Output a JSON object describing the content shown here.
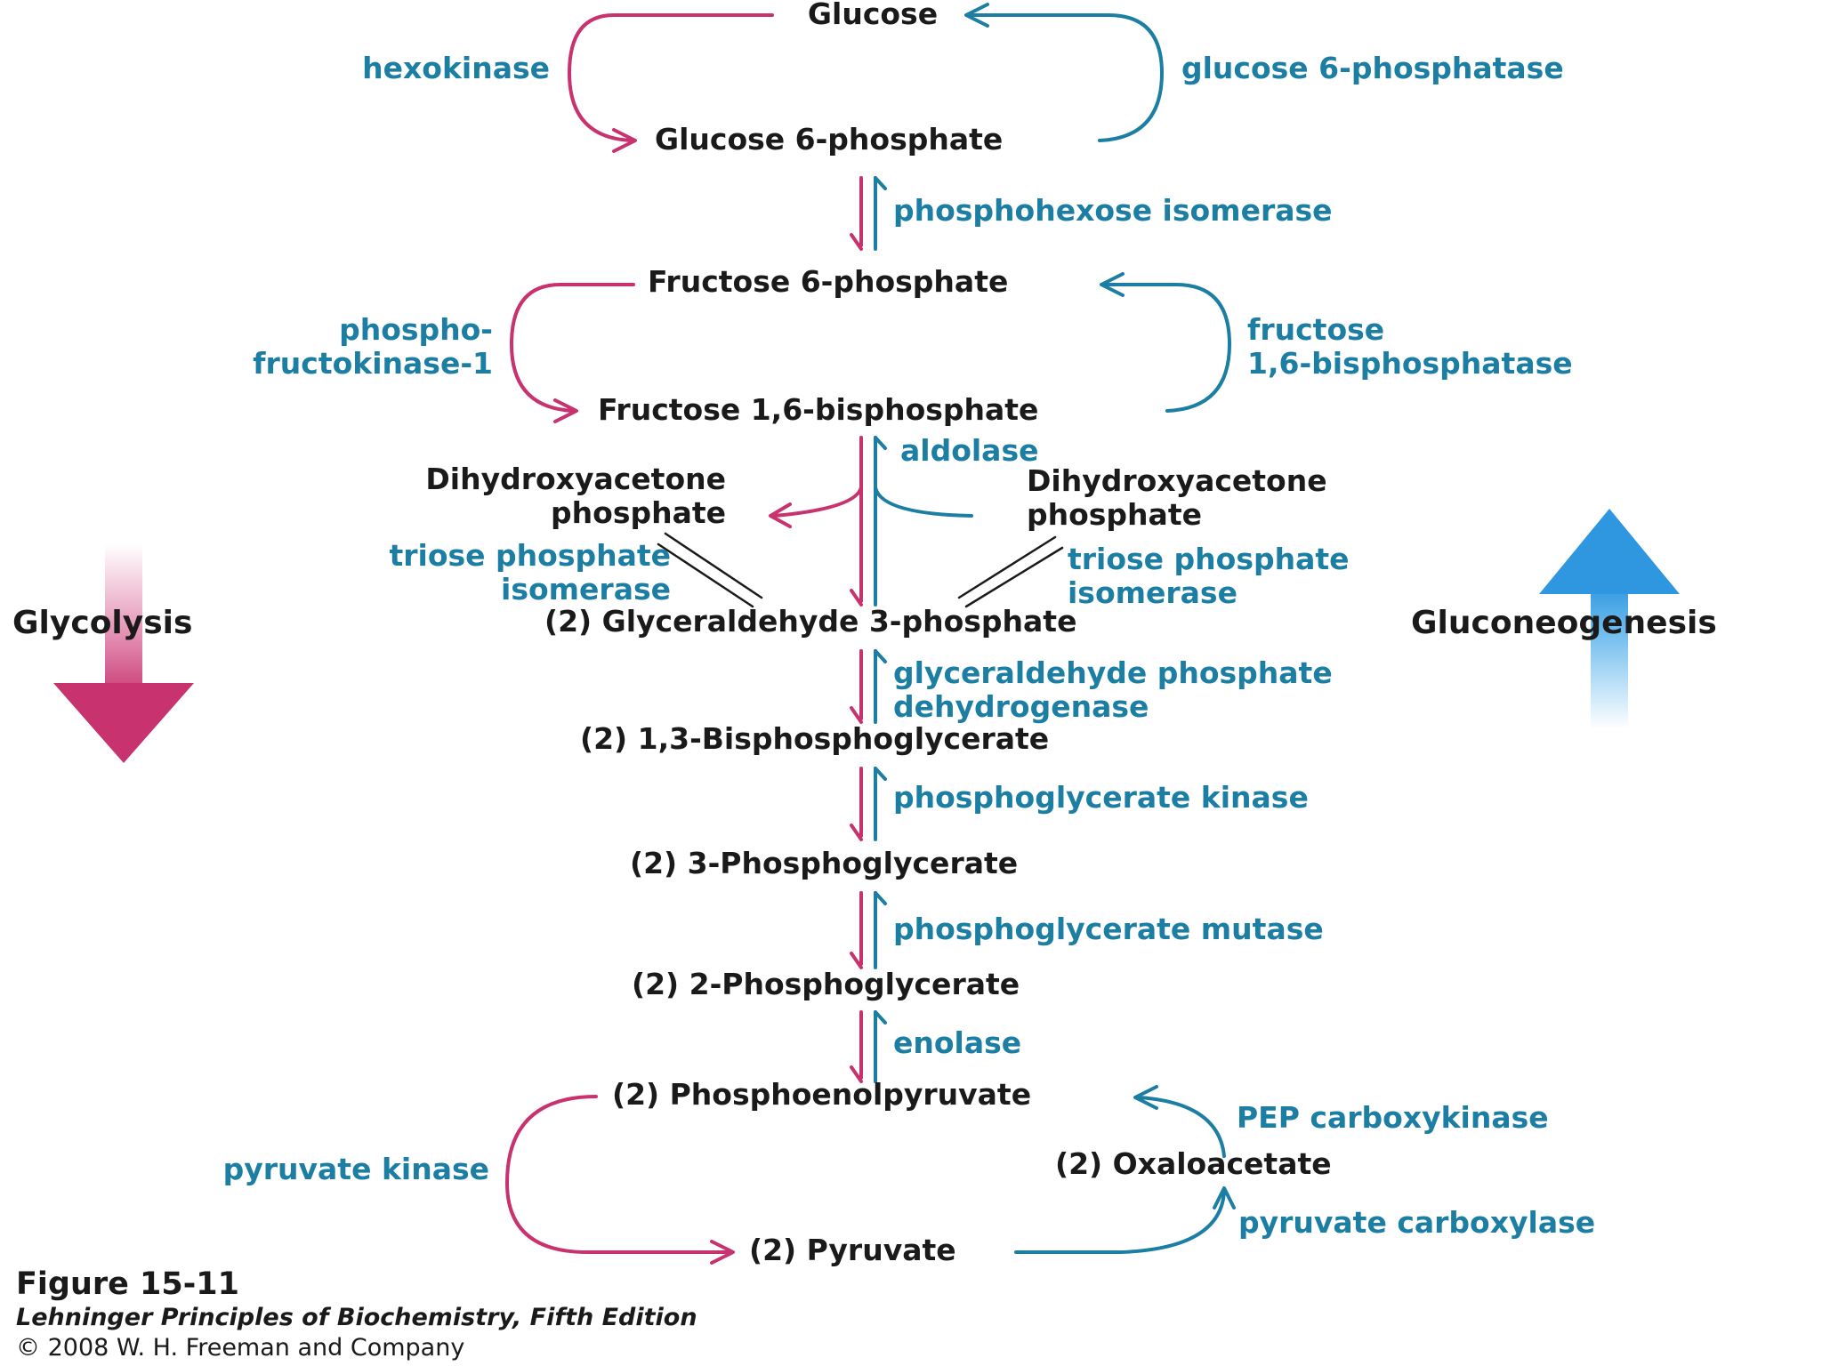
{
  "colors": {
    "glycolysis": "#c8326e",
    "gluconeogenesis": "#1b7ea2",
    "metabolite_text": "#1a1a1a",
    "enzyme_text": "#1b7ea2",
    "glyco_arrow": "#cc3f78",
    "gluco_arrow": "#3a9ee0"
  },
  "metabolites": {
    "glucose": "Glucose",
    "g6p": "Glucose 6-phosphate",
    "f6p": "Fructose 6-phosphate",
    "f16bp": "Fructose 1,6-bisphosphate",
    "dhap_left_line1": "Dihydroxyacetone",
    "dhap_left_line2": "phosphate",
    "dhap_right_line1": "Dihydroxyacetone",
    "dhap_right_line2": "phosphate",
    "gap": "(2) Glyceraldehyde 3-phosphate",
    "bpg13": "(2) 1,3-Bisphosphoglycerate",
    "pg3": "(2) 3-Phosphoglycerate",
    "pg2": "(2) 2-Phosphoglycerate",
    "pep": "(2) Phosphoenolpyruvate",
    "oaa": "(2) Oxaloacetate",
    "pyruvate": "(2) Pyruvate"
  },
  "enzymes": {
    "hexokinase": "hexokinase",
    "g6pase": "glucose 6-phosphatase",
    "phi": "phosphohexose isomerase",
    "pfk1_line1": "phospho-",
    "pfk1_line2": "fructokinase-1",
    "fbpase_line1": "fructose",
    "fbpase_line2": "1,6-bisphosphatase",
    "aldolase": "aldolase",
    "tpi_left_line1": "triose phosphate",
    "tpi_left_line2": "isomerase",
    "tpi_right_line1": "triose phosphate",
    "tpi_right_line2": "isomerase",
    "gapdh_line1": "glyceraldehyde phosphate",
    "gapdh_line2": "dehydrogenase",
    "pgk": "phosphoglycerate kinase",
    "pgm": "phosphoglycerate mutase",
    "enolase": "enolase",
    "pepck": "PEP carboxykinase",
    "pk": "pyruvate kinase",
    "pc": "pyruvate carboxylase"
  },
  "pathways": {
    "glycolysis": "Glycolysis",
    "gluconeogenesis": "Gluconeogenesis"
  },
  "figure": {
    "title": "Figure 15-11",
    "book": "Lehninger Principles of Biochemistry, Fifth Edition",
    "copyright": "© 2008 W. H. Freeman and Company"
  }
}
